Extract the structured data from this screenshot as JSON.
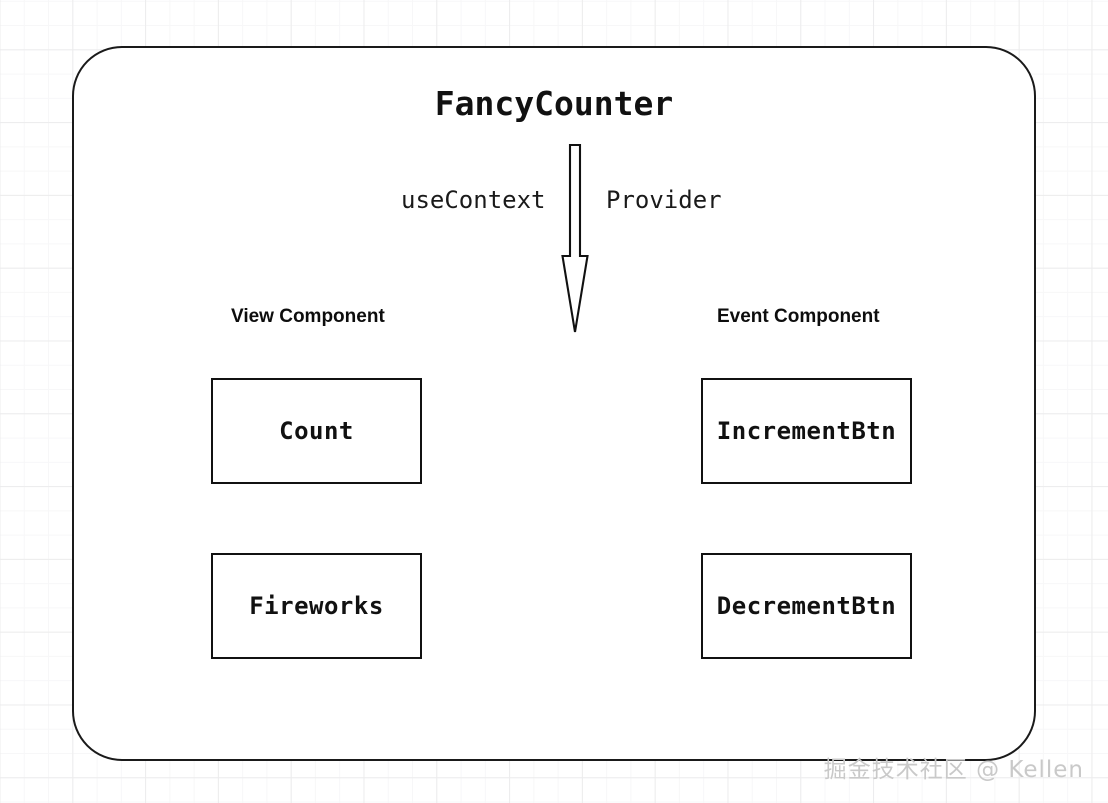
{
  "diagram": {
    "title": "FancyCounter",
    "context_flow": {
      "left_label": "useContext",
      "right_label": "Provider",
      "arrow": "down-arrow-outline"
    },
    "columns": [
      {
        "heading": "View Component",
        "nodes": [
          {
            "label": "Count"
          },
          {
            "label": "Fireworks"
          }
        ]
      },
      {
        "heading": "Event Component",
        "nodes": [
          {
            "label": "IncrementBtn"
          },
          {
            "label": "DecrementBtn"
          }
        ]
      }
    ],
    "watermark": "掘金技术社区 @ Kellen",
    "colors": {
      "stroke": "#111111",
      "background": "#ffffff",
      "grid_minor": "#f7f7f8",
      "grid_major": "#ececed",
      "watermark": "#c9c9c9"
    }
  }
}
